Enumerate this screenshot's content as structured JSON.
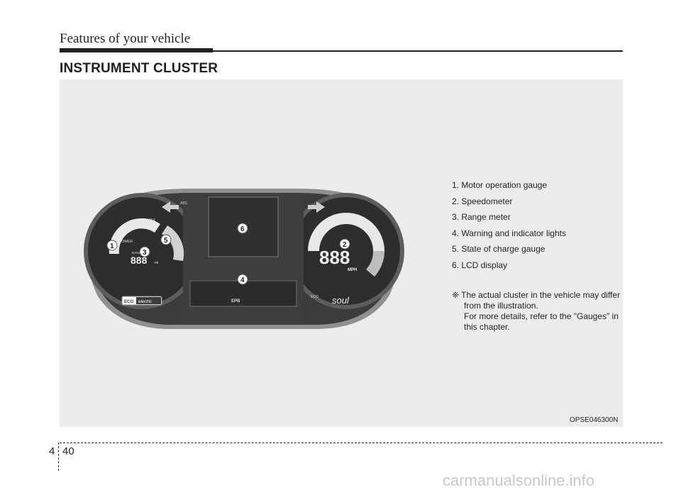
{
  "header": {
    "section": "Features of your vehicle"
  },
  "title": "INSTRUMENT CLUSTER",
  "legend": [
    "1. Motor operation gauge",
    "2. Speedometer",
    "3. Range meter",
    "4. Warning and indicator lights",
    "5. State of charge gauge",
    "6. LCD display"
  ],
  "note": {
    "line1": "❈ The actual cluster in the vehicle may differ",
    "line2": "from the illustration.",
    "line3": "For more details, refer to the \"Gauges\" in",
    "line4": "this chapter."
  },
  "figure_code": "OPSE046300N",
  "cluster": {
    "callouts": [
      "1",
      "2",
      "3",
      "4",
      "5",
      "6"
    ],
    "power_label": "POWER",
    "max_label": "MAX",
    "range_label": "RANGE",
    "range_digits": "888",
    "range_unit": "mi",
    "speed_digits": "888",
    "speed_unit": "MPH",
    "eco_badge": "ECO",
    "electric_badge": "electric",
    "epb_label": "EPB",
    "eco_small": "ECO",
    "brand": "soul",
    "abs_label": "ABS",
    "colors": {
      "cluster_dark": "#2f3132",
      "bezel": "#8e9092",
      "tick": "#f2f2f2"
    }
  },
  "footer": {
    "chapter": "4",
    "page": "40"
  },
  "watermark": "carmanualsonline.info"
}
